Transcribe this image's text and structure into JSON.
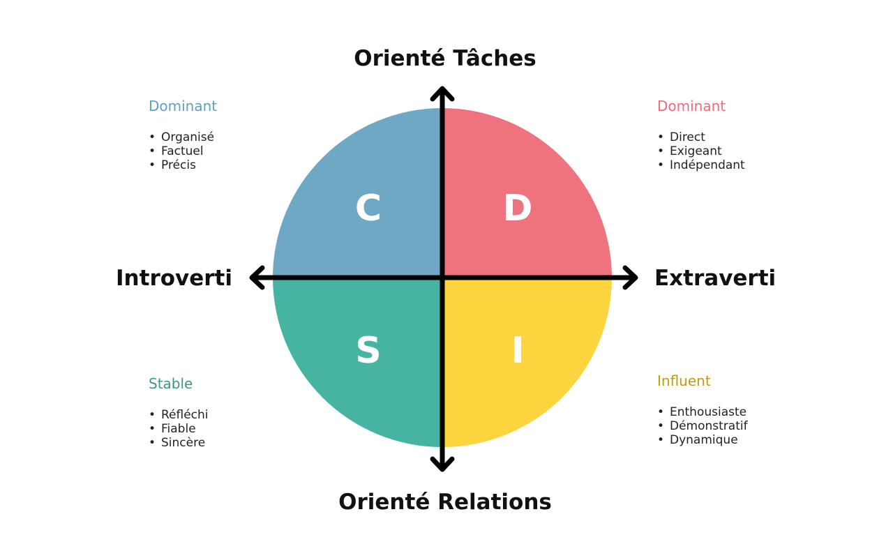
{
  "axes": {
    "top": "Orienté Tâches",
    "bottom": "Orienté Relations",
    "left": "Introverti",
    "right": "Extraverti"
  },
  "quadrants": [
    {
      "letter": "C",
      "color": "#6FA8C5",
      "heading": "Dominant",
      "heading_color": "#5FA0C2",
      "items": [
        "Organisé",
        "Factuel",
        "Précis"
      ]
    },
    {
      "letter": "D",
      "color": "#EE737E",
      "heading": "Dominant",
      "heading_color": "#EE6B78",
      "items": [
        "Direct",
        "Exigeant",
        "Indépendant"
      ]
    },
    {
      "letter": "S",
      "color": "#47B3A3",
      "heading": "Stable",
      "heading_color": "#3E9688",
      "items": [
        "Réfléchi",
        "Fiable",
        "Sincère"
      ]
    },
    {
      "letter": "I",
      "color": "#FCD43E",
      "heading": "Influent",
      "heading_color": "#C09A10",
      "items": [
        "Enthousiaste",
        "Démonstratif",
        "Dynamique"
      ]
    }
  ],
  "bullet": "•"
}
